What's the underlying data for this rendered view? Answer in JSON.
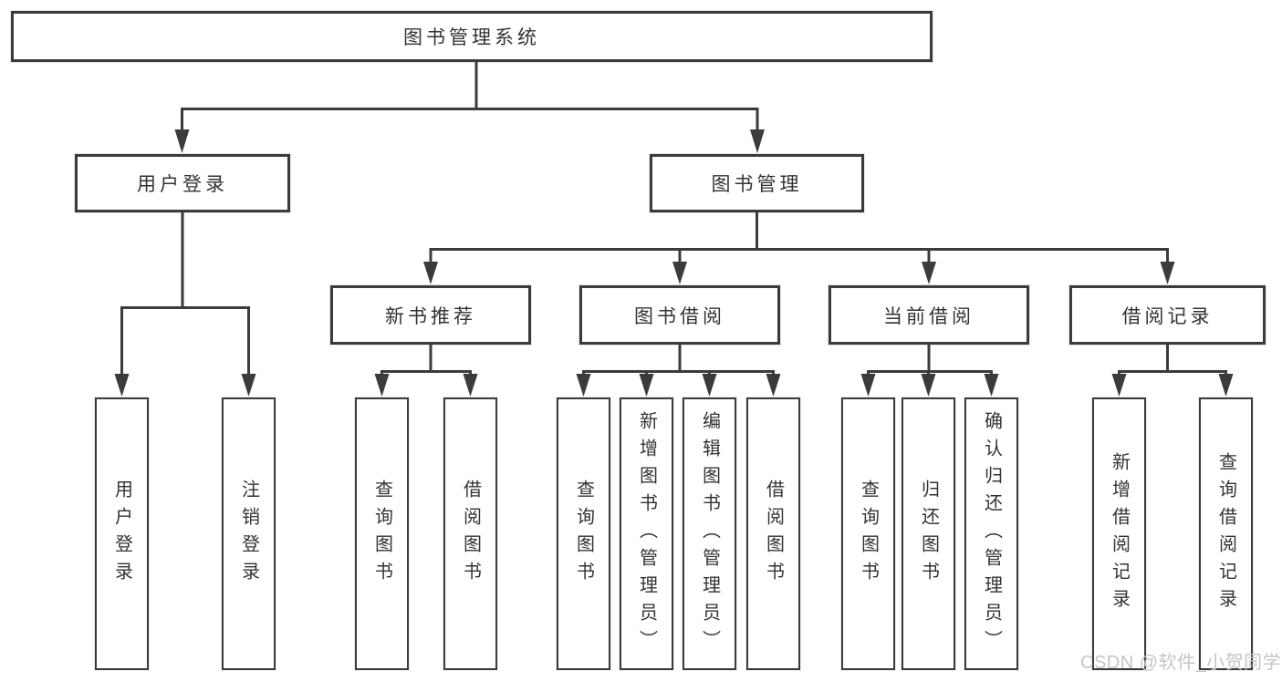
{
  "diagram": {
    "title": "图书管理系统",
    "root": {
      "label": "图书管理系统"
    },
    "level2": {
      "user_login": {
        "label": "用户登录"
      },
      "book_management": {
        "label": "图书管理"
      }
    },
    "level3": {
      "new_book_recommend": {
        "label": "新书推荐"
      },
      "book_borrow": {
        "label": "图书借阅"
      },
      "current_borrow": {
        "label": "当前借阅"
      },
      "borrow_records": {
        "label": "借阅记录"
      }
    },
    "leaves": {
      "user_login": [
        "用户登录",
        "注销登录"
      ],
      "new_book_recommend": [
        "查询图书",
        "借阅图书"
      ],
      "book_borrow": [
        "查询图书",
        "新增图书（管理员）",
        "编辑图书（管理员）",
        "借阅图书"
      ],
      "current_borrow": [
        "查询图书",
        "归还图书",
        "确认归还（管理员）"
      ],
      "borrow_records": [
        "新增借阅记录",
        "查询借阅记录"
      ]
    }
  },
  "watermark": {
    "text": "CSDN @软件_小贺同学"
  },
  "colors": {
    "line": "#3b3b3b",
    "box_border": "#3b3b3b",
    "box_fill": "#ffffff",
    "text": "#333333",
    "watermark": "#c5c5c5",
    "background": "#ffffff"
  }
}
